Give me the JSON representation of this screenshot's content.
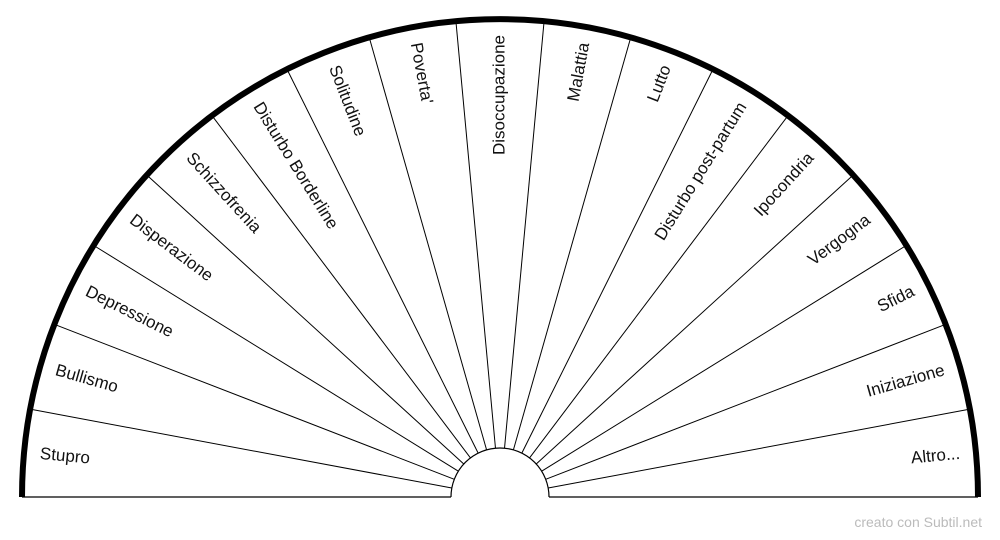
{
  "chart": {
    "type": "semicircle-pendulum-chart",
    "sectors": [
      "Stupro",
      "Bullismo",
      "Depressione",
      "Disperazione",
      "Schizzofrenia",
      "Disturbo Borderline",
      "Solitudine",
      "Poverta'",
      "Disoccupazione",
      "Malattia",
      "Lutto",
      "Disturbo post-partum",
      "Ipocondria",
      "Vergogna",
      "Sfida",
      "Iniziazione",
      "Altro..."
    ],
    "colors": {
      "stroke": "#000000",
      "text": "#111111",
      "credit": "#bbbbbb"
    }
  },
  "footer": {
    "credit": "creato con Subtil.net"
  }
}
